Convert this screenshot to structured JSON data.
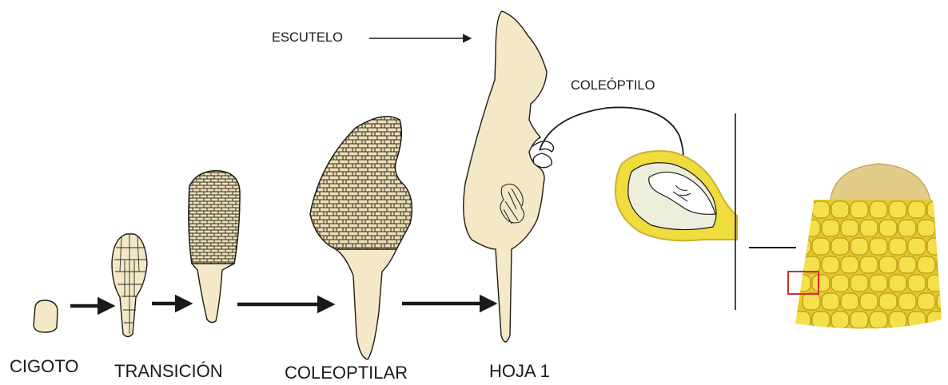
{
  "stages": {
    "cigoto": "CIGOTO",
    "transicion": "TRANSICIÓN",
    "coleoptilar": "COLEOPTILAR",
    "hoja1": "HOJA 1"
  },
  "annotations": {
    "escutelo": "ESCUTELO",
    "coleoptilo": "COLEÓPTILO"
  },
  "colors": {
    "tissue": "#f5e8c6",
    "outline": "#1a1a1a",
    "kernel_yellow": "#f0dc3c",
    "kernel_outer": "#c9b034",
    "kernel_inner": "#eeeedd",
    "cob_top": "#e2cc8a",
    "highlight_box": "#d62b2b"
  },
  "icons": [
    "right-arrow-icon",
    "curved-arrow-icon"
  ]
}
